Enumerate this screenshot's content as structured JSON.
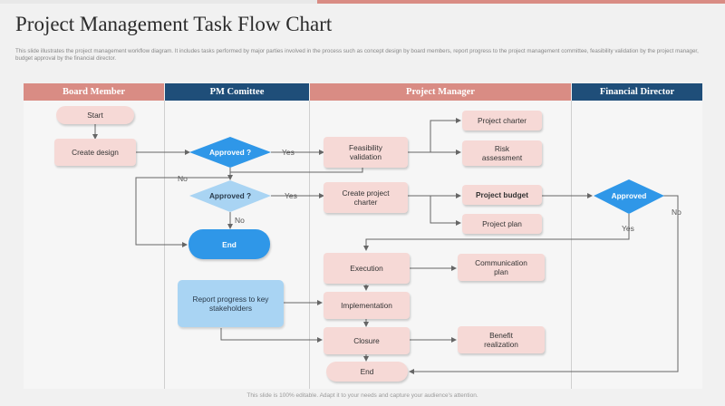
{
  "title": "Project Management Task Flow Chart",
  "description": "This slide illustrates the project management workflow diagram. It includes tasks performed by major parties involved in the process such as concept design by board members, report progress to the project management committee, feasibility validation by the project manager, budget approval by the financial director.",
  "footer": "This slide is 100% editable. Adapt it to your needs and capture your audience's attention.",
  "colors": {
    "pink_header": "#d98c84",
    "navy_header": "#1f4e79",
    "pink_fill": "#f6d9d6",
    "blue_fill": "#2f97e8",
    "light_blue_fill": "#a9d4f3",
    "arrow": "#666666"
  },
  "lanes": [
    {
      "label": "Board Member"
    },
    {
      "label": "PM Comittee"
    },
    {
      "label": "Project Manager"
    },
    {
      "label": "Financial Director"
    }
  ],
  "nodes": {
    "start": "Start",
    "create_design": "Create design",
    "approved1": "Approved ?",
    "approved2": "Approved ?",
    "end_pm": "End",
    "report_progress": "Report progress to key stakeholders",
    "feasibility": "Feasibility validation",
    "project_charter": "Project charter",
    "risk_assessment": "Risk assessment",
    "create_charter": "Create project charter",
    "project_budget": "Project budget",
    "project_plan": "Project plan",
    "execution": "Execution",
    "communication_plan": "Communication plan",
    "implementation": "Implementation",
    "closure": "Closure",
    "benefit_realization": "Benefit realization",
    "end_final": "End",
    "approved_fd": "Approved"
  },
  "edge_labels": {
    "yes1": "Yes",
    "no1": "No",
    "yes2": "Yes",
    "no2": "No",
    "yes_fd": "Yes",
    "no_fd": "No"
  }
}
